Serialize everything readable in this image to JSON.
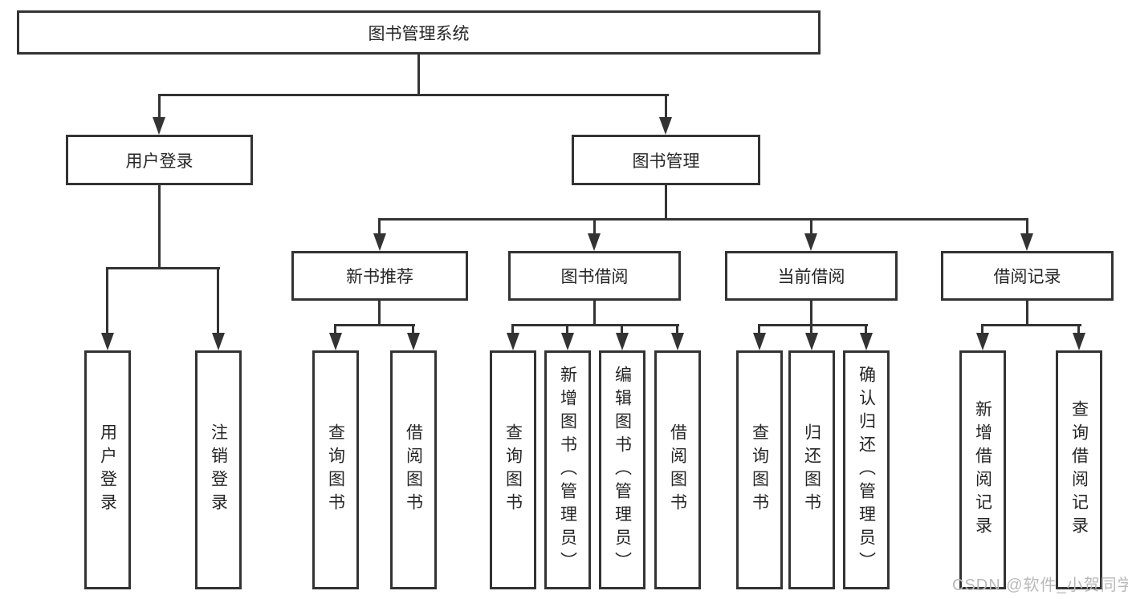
{
  "diagram": {
    "type": "hierarchy-tree",
    "root": {
      "label": "图书管理系统"
    },
    "user_login": {
      "label": "用户登录",
      "children": [
        {
          "label": "用户登录"
        },
        {
          "label": "注销登录"
        }
      ]
    },
    "book_management": {
      "label": "图书管理",
      "groups": [
        {
          "label": "新书推荐",
          "children": [
            {
              "label": "查询图书"
            },
            {
              "label": "借阅图书"
            }
          ]
        },
        {
          "label": "图书借阅",
          "children": [
            {
              "label": "查询图书"
            },
            {
              "label": "新增图书（管理员）"
            },
            {
              "label": "编辑图书（管理员）"
            },
            {
              "label": "借阅图书"
            }
          ]
        },
        {
          "label": "当前借阅",
          "children": [
            {
              "label": "查询图书"
            },
            {
              "label": "归还图书"
            },
            {
              "label": "确认归还（管理员）"
            }
          ]
        },
        {
          "label": "借阅记录",
          "children": [
            {
              "label": "新增借阅记录"
            },
            {
              "label": "查询借阅记录"
            }
          ]
        }
      ]
    }
  },
  "watermark": {
    "text": "CSDN @软件_小贺同学",
    "color": "#b9b9b9"
  },
  "colors": {
    "line": "#333333",
    "box_border": "#333333",
    "box_background": "#ffffff",
    "text": "#262626"
  }
}
